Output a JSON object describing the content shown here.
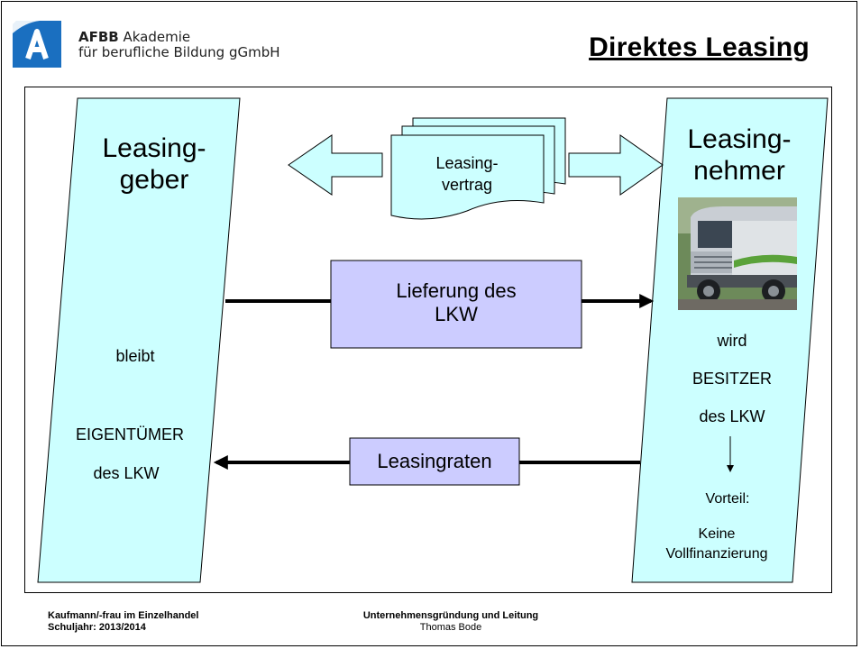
{
  "header": {
    "org_line1_bold": "AFBB",
    "org_line1_rest": " Akademie",
    "org_line2": "für berufliche Bildung gGmbH",
    "title": "Direktes Leasing"
  },
  "left_party": {
    "title_line1": "Leasing-",
    "title_line2": "geber",
    "status1": "bleibt",
    "status2": "EIGENTÜMER",
    "status3": "des LKW"
  },
  "right_party": {
    "title_line1": "Leasing-",
    "title_line2": "nehmer",
    "status1": "wird",
    "status2": "BESITZER",
    "status3": "des LKW",
    "advantage_label": "Vorteil:",
    "advantage_line1": "Keine",
    "advantage_line2": "Vollfinanzierung"
  },
  "contract": {
    "line1": "Leasing-",
    "line2": "vertrag"
  },
  "flows": {
    "delivery_line1": "Lieferung des",
    "delivery_line2": "LKW",
    "payments": "Leasingraten"
  },
  "footer": {
    "left_line1": "Kaufmann/-frau im Einzelhandel",
    "left_line2": "Schuljahr: 2013/2014",
    "center_line1": "Unternehmensgründung und Leitung",
    "center_line2": "Thomas Bode"
  },
  "colors": {
    "party_fill": "#ccffff",
    "flow_box_fill": "#ccccff",
    "logo_blue": "#1a6fc0"
  }
}
